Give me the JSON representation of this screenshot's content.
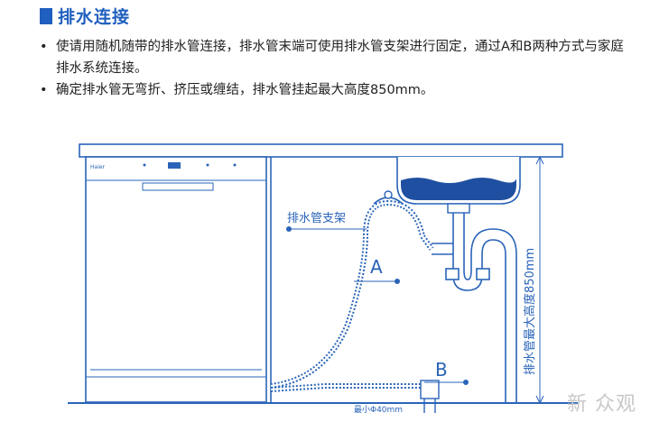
{
  "section": {
    "title": "排水连接"
  },
  "bullets": [
    "使请用随机随带的排水管连接，排水管末端可使用排水管支架进行固定，通过A和B两种方式与家庭排水系统连接。",
    "确定排水管无弯折、挤压或缠结，排水管挂起最大高度850mm。"
  ],
  "diagram": {
    "brand": "Haier",
    "label_bracket": "排水管支架",
    "label_a": "A",
    "label_b": "B",
    "label_min": "最小Φ40mm",
    "label_height": "排水管最大高度850mm"
  },
  "watermark": "新 众观",
  "colors": {
    "accent": "#1f5fbf",
    "line": "#2a64b8",
    "water": "#1f4fa0"
  }
}
